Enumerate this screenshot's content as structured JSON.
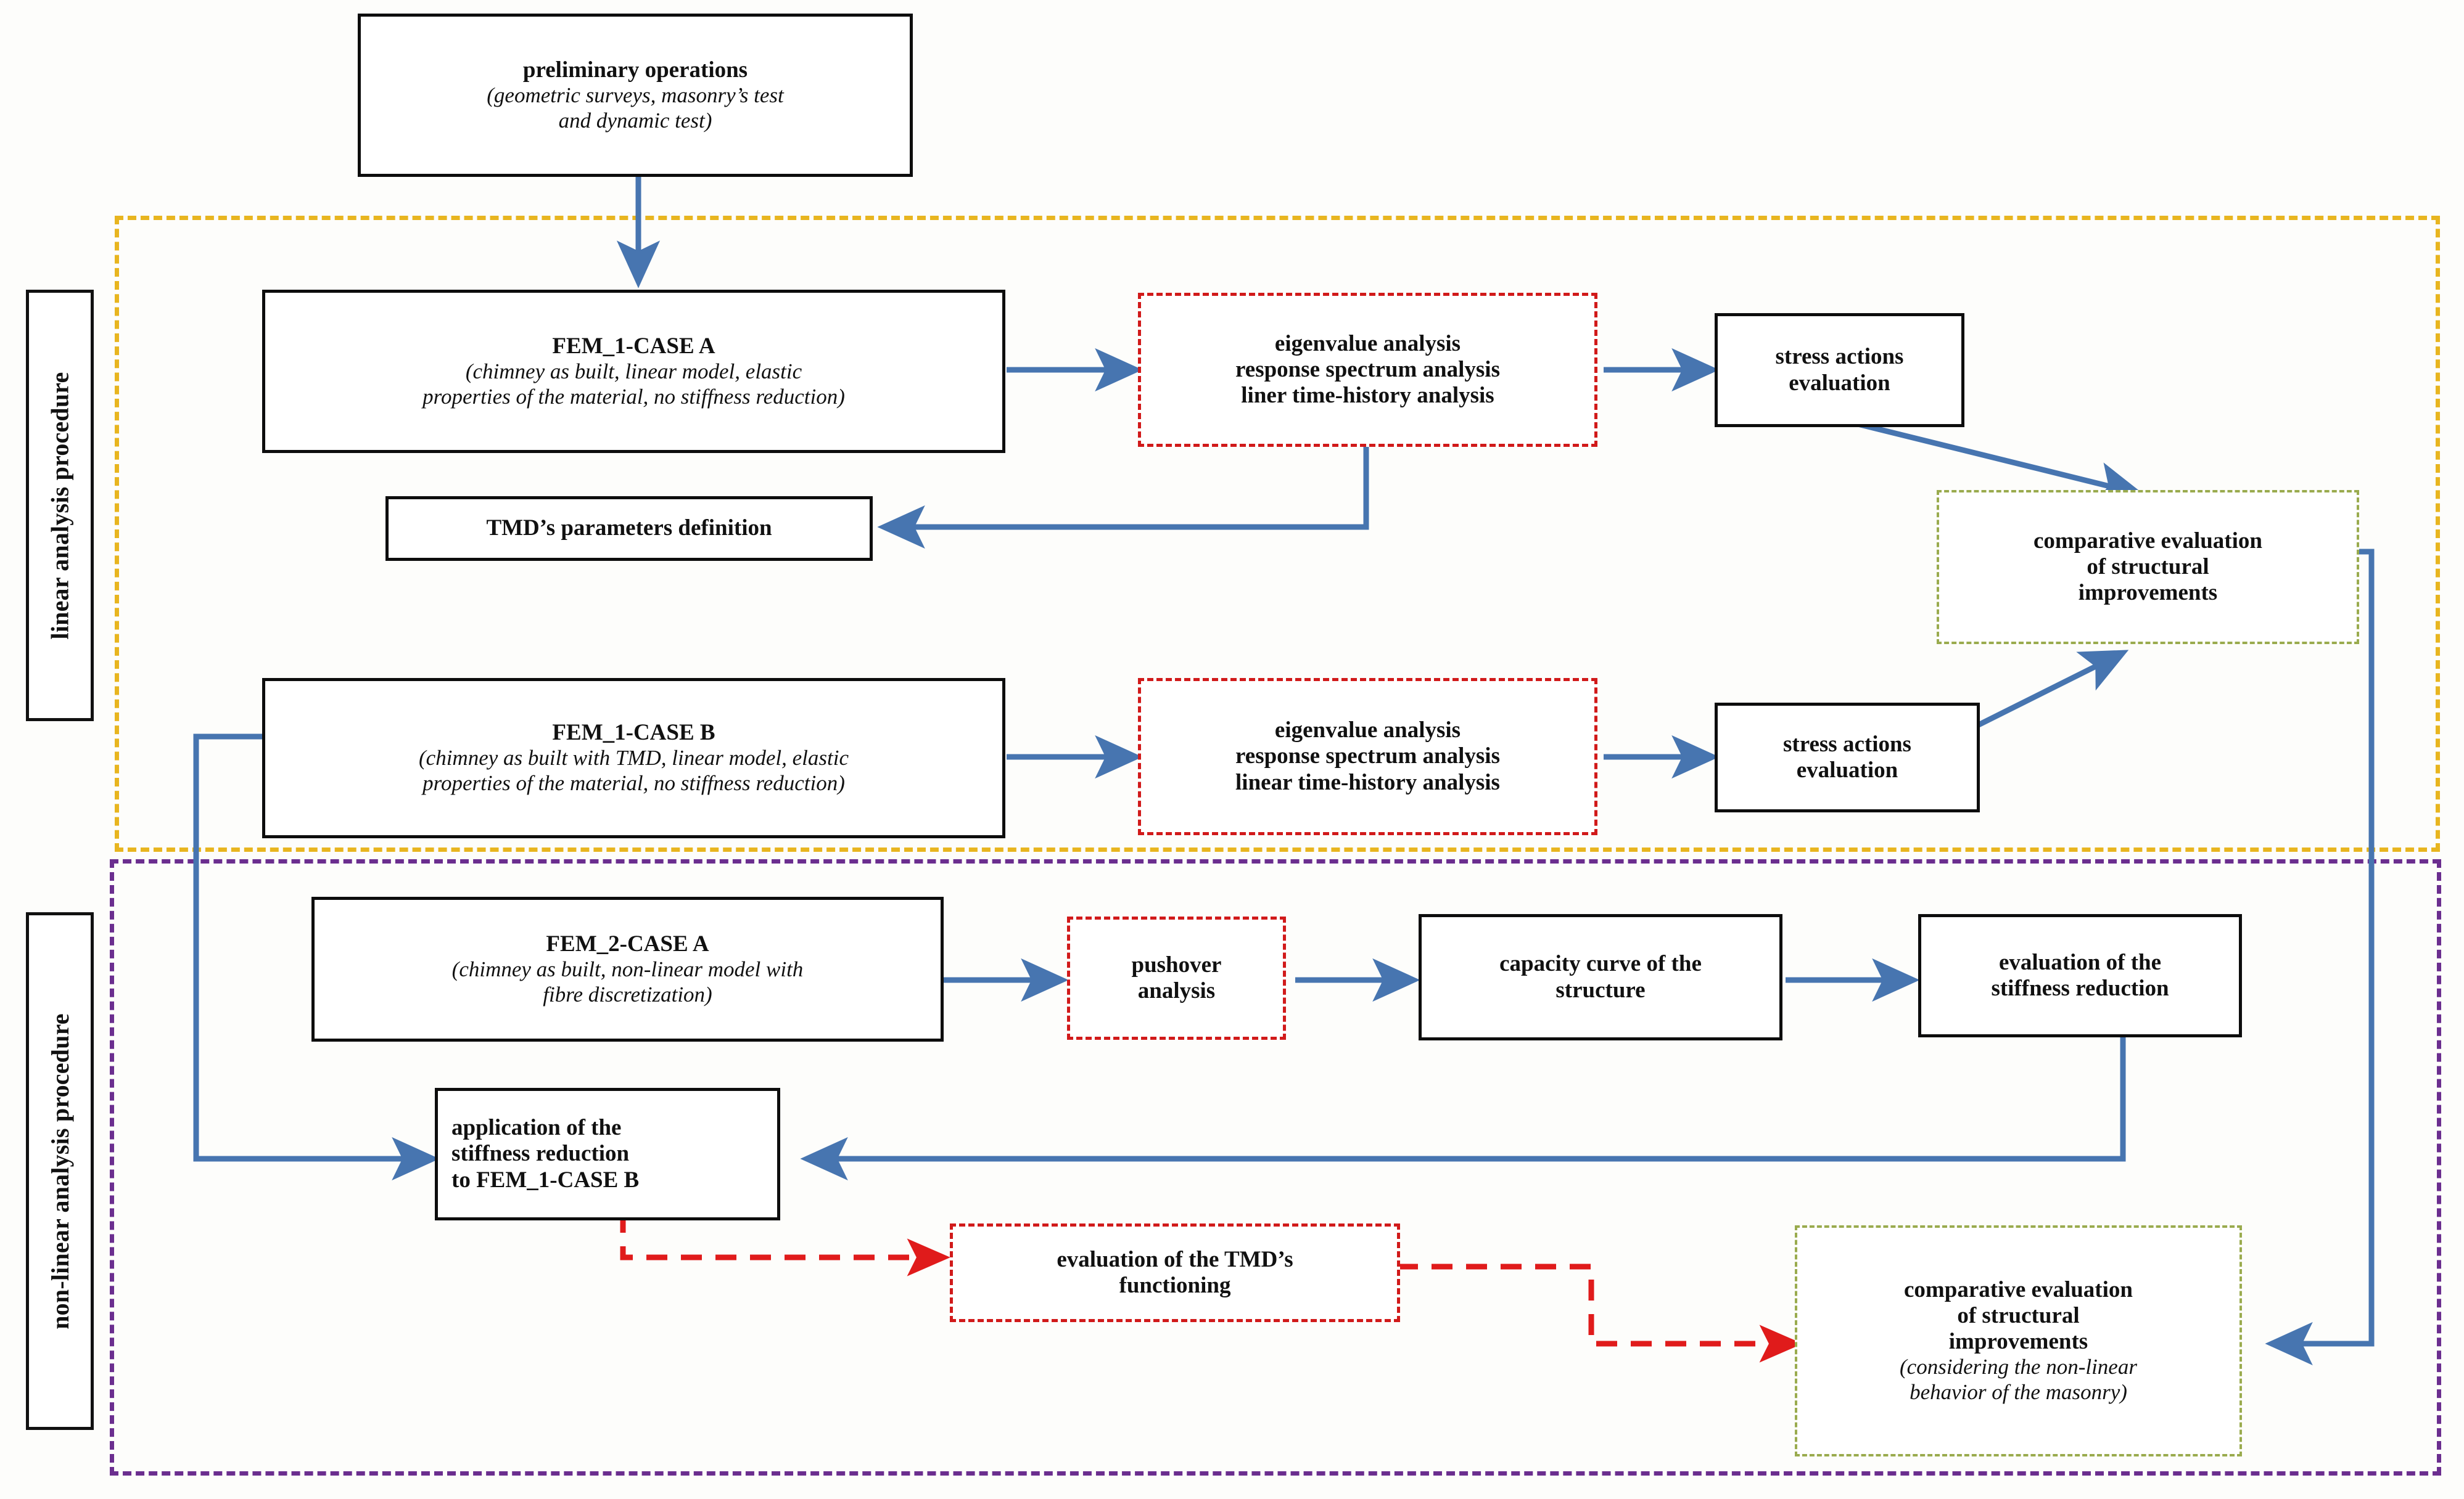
{
  "figure": {
    "type": "flowchart",
    "description": "Methodology flowchart for linear and non-linear analysis procedures of a masonry chimney with TMD"
  },
  "regions": [
    {
      "id": "linear",
      "label": "linear analysis procedure",
      "border_color": "#E8B51F",
      "border_style": "dash-dot"
    },
    {
      "id": "nonlinear",
      "label": "non-linear analysis procedure",
      "border_color": "#6B2E8F",
      "border_style": "dash-dot"
    }
  ],
  "nodes": {
    "preliminary": {
      "title": "preliminary operations",
      "subtitle": "(geometric surveys, masonry’s test\nand dynamic test)",
      "style": "solid-black"
    },
    "fem1_case_a": {
      "title": "FEM_1-CASE A",
      "subtitle": "(chimney as built, linear model, elastic\nproperties of the material, no stiffness reduction)",
      "style": "solid-black"
    },
    "analysis_a": {
      "title": "eigenvalue analysis\nresponse spectrum analysis\nliner time-history analysis",
      "style": "dashed-red"
    },
    "stress_a": {
      "title": "stress actions\nevaluation",
      "style": "solid-black"
    },
    "tmd_params": {
      "title": "TMD’s parameters definition",
      "style": "solid-black"
    },
    "comparative_linear": {
      "title": "comparative evaluation\nof structural\nimprovements",
      "style": "dashed-green"
    },
    "fem1_case_b": {
      "title": "FEM_1-CASE B",
      "subtitle": "(chimney as built with TMD, linear model, elastic\nproperties of the material, no stiffness reduction)",
      "style": "solid-black"
    },
    "analysis_b": {
      "title": "eigenvalue analysis\nresponse spectrum analysis\nlinear time-history analysis",
      "style": "dashed-red"
    },
    "stress_b": {
      "title": "stress actions\nevaluation",
      "style": "solid-black"
    },
    "fem2_case_a": {
      "title": "FEM_2-CASE A",
      "subtitle": "(chimney as built, non-linear model with\nfibre discretization)",
      "style": "solid-black"
    },
    "pushover": {
      "title": "pushover\nanalysis",
      "style": "dashed-red"
    },
    "capacity_curve": {
      "title": "capacity curve of the\nstructure",
      "style": "solid-black"
    },
    "stiffness_eval": {
      "title": "evaluation of the\nstiffness reduction",
      "style": "solid-black"
    },
    "apply_stiffness": {
      "title": "application of the\nstiffness reduction\nto FEM_1-CASE B",
      "style": "solid-black"
    },
    "tmd_functioning": {
      "title": "evaluation of the TMD’s\nfunctioning",
      "style": "dashed-red"
    },
    "comparative_nonlinear": {
      "title": "comparative evaluation\nof structural\nimprovements",
      "subtitle": "(considering the non-linear\nbehavior of the masonry)",
      "style": "dashed-green"
    }
  },
  "edges": [
    {
      "from": "preliminary",
      "to": "fem1_case_a",
      "color": "#4775B0",
      "style": "solid"
    },
    {
      "from": "fem1_case_a",
      "to": "analysis_a",
      "color": "#4775B0",
      "style": "solid"
    },
    {
      "from": "analysis_a",
      "to": "stress_a",
      "color": "#4775B0",
      "style": "solid"
    },
    {
      "from": "analysis_a",
      "to": "tmd_params",
      "color": "#4775B0",
      "style": "solid"
    },
    {
      "from": "stress_a",
      "to": "comparative_linear",
      "color": "#4775B0",
      "style": "solid"
    },
    {
      "from": "fem1_case_b",
      "to": "analysis_b",
      "color": "#4775B0",
      "style": "solid"
    },
    {
      "from": "analysis_b",
      "to": "stress_b",
      "color": "#4775B0",
      "style": "solid"
    },
    {
      "from": "stress_b",
      "to": "comparative_linear",
      "color": "#4775B0",
      "style": "solid"
    },
    {
      "from": "fem1_case_b",
      "to": "apply_stiffness",
      "color": "#4775B0",
      "style": "solid"
    },
    {
      "from": "fem2_case_a",
      "to": "pushover",
      "color": "#4775B0",
      "style": "solid"
    },
    {
      "from": "pushover",
      "to": "capacity_curve",
      "color": "#4775B0",
      "style": "solid"
    },
    {
      "from": "capacity_curve",
      "to": "stiffness_eval",
      "color": "#4775B0",
      "style": "solid"
    },
    {
      "from": "stiffness_eval",
      "to": "apply_stiffness",
      "color": "#4775B0",
      "style": "solid"
    },
    {
      "from": "apply_stiffness",
      "to": "tmd_functioning",
      "color": "#E01B1B",
      "style": "dashed"
    },
    {
      "from": "tmd_functioning",
      "to": "comparative_nonlinear",
      "color": "#E01B1B",
      "style": "dashed"
    },
    {
      "from": "comparative_linear",
      "to": "comparative_nonlinear",
      "color": "#4775B0",
      "style": "solid"
    }
  ],
  "colors": {
    "arrow_blue": "#4775B0",
    "arrow_red": "#E01B1B",
    "box_red": "#d11a1a",
    "box_green": "#9aab4e",
    "region_yellow": "#E8B51F",
    "region_purple": "#6B2E8F",
    "text": "#111111"
  }
}
